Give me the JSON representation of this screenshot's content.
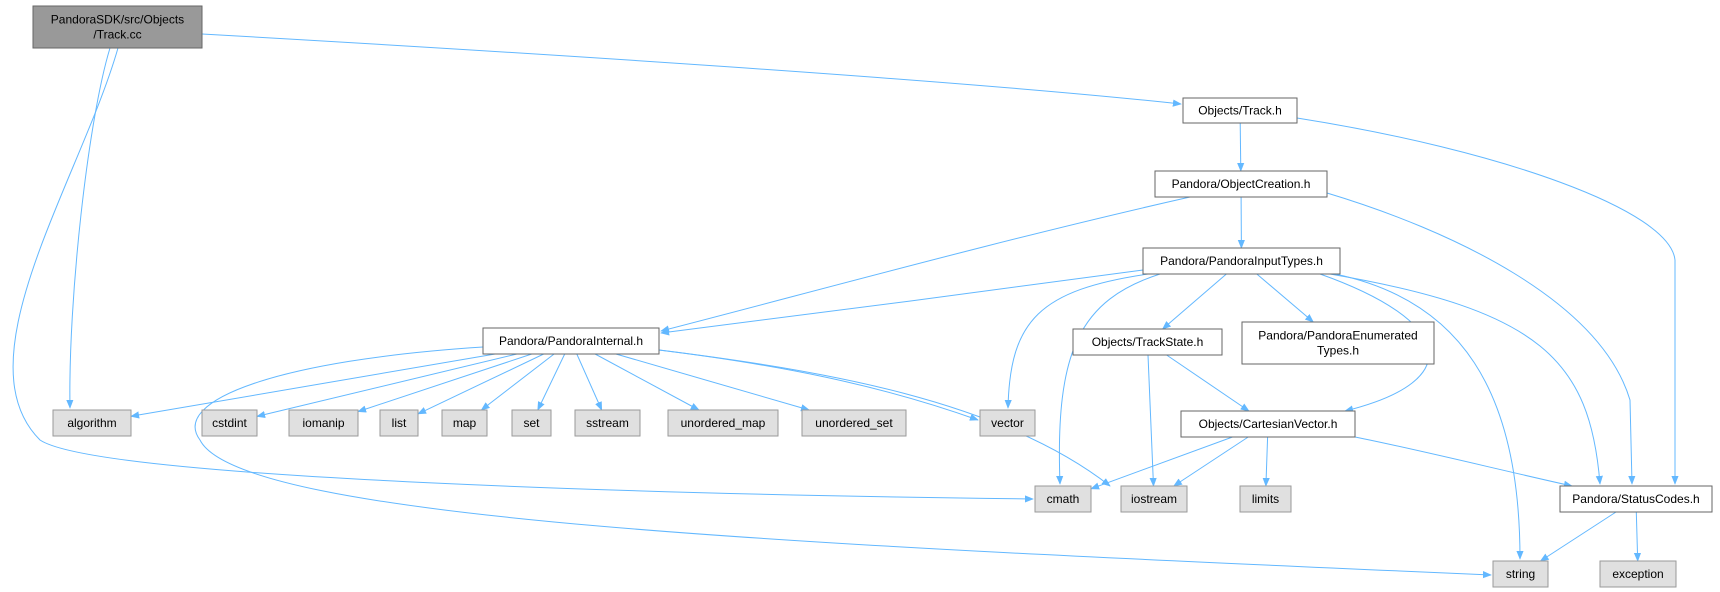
{
  "colors": {
    "edge": "#63b8ff",
    "root_fill": "#999999",
    "root_border": "#666666",
    "project_fill": "#ffffff",
    "project_border": "#666666",
    "system_fill": "#e0e0e0",
    "system_border": "#999999"
  },
  "nodes": {
    "root": {
      "lines": [
        "PandoraSDK/src/Objects",
        "/Track.cc"
      ],
      "kind": "root"
    },
    "track_h": {
      "lines": [
        "Objects/Track.h"
      ],
      "kind": "project"
    },
    "objectcreation_h": {
      "lines": [
        "Pandora/ObjectCreation.h"
      ],
      "kind": "project"
    },
    "pandorainputtypes_h": {
      "lines": [
        "Pandora/PandoraInputTypes.h"
      ],
      "kind": "project"
    },
    "pandorainternal_h": {
      "lines": [
        "Pandora/PandoraInternal.h"
      ],
      "kind": "project"
    },
    "trackstate_h": {
      "lines": [
        "Objects/TrackState.h"
      ],
      "kind": "project"
    },
    "pandoraenumeratedtypes_h": {
      "lines": [
        "Pandora/PandoraEnumerated",
        "Types.h"
      ],
      "kind": "project"
    },
    "cartesianvector_h": {
      "lines": [
        "Objects/CartesianVector.h"
      ],
      "kind": "project"
    },
    "statuscodes_h": {
      "lines": [
        "Pandora/StatusCodes.h"
      ],
      "kind": "project"
    },
    "algorithm": {
      "lines": [
        "algorithm"
      ],
      "kind": "system"
    },
    "cstdint": {
      "lines": [
        "cstdint"
      ],
      "kind": "system"
    },
    "iomanip": {
      "lines": [
        "iomanip"
      ],
      "kind": "system"
    },
    "list": {
      "lines": [
        "list"
      ],
      "kind": "system"
    },
    "map": {
      "lines": [
        "map"
      ],
      "kind": "system"
    },
    "set": {
      "lines": [
        "set"
      ],
      "kind": "system"
    },
    "sstream": {
      "lines": [
        "sstream"
      ],
      "kind": "system"
    },
    "unordered_map": {
      "lines": [
        "unordered_map"
      ],
      "kind": "system"
    },
    "unordered_set": {
      "lines": [
        "unordered_set"
      ],
      "kind": "system"
    },
    "vector": {
      "lines": [
        "vector"
      ],
      "kind": "system"
    },
    "cmath": {
      "lines": [
        "cmath"
      ],
      "kind": "system"
    },
    "iostream": {
      "lines": [
        "iostream"
      ],
      "kind": "system"
    },
    "limits": {
      "lines": [
        "limits"
      ],
      "kind": "system"
    },
    "string": {
      "lines": [
        "string"
      ],
      "kind": "system"
    },
    "exception": {
      "lines": [
        "exception"
      ],
      "kind": "system"
    }
  },
  "edges": [
    [
      "root",
      "track_h"
    ],
    [
      "root",
      "algorithm"
    ],
    [
      "root",
      "cmath"
    ],
    [
      "track_h",
      "objectcreation_h"
    ],
    [
      "track_h",
      "statuscodes_h"
    ],
    [
      "objectcreation_h",
      "pandorainputtypes_h"
    ],
    [
      "objectcreation_h",
      "pandorainternal_h"
    ],
    [
      "objectcreation_h",
      "statuscodes_h"
    ],
    [
      "pandorainputtypes_h",
      "pandorainternal_h"
    ],
    [
      "pandorainputtypes_h",
      "trackstate_h"
    ],
    [
      "pandorainputtypes_h",
      "pandoraenumeratedtypes_h"
    ],
    [
      "pandorainputtypes_h",
      "cartesianvector_h"
    ],
    [
      "pandorainputtypes_h",
      "statuscodes_h"
    ],
    [
      "pandorainputtypes_h",
      "vector"
    ],
    [
      "pandorainputtypes_h",
      "cmath"
    ],
    [
      "pandorainputtypes_h",
      "string"
    ],
    [
      "pandorainternal_h",
      "algorithm"
    ],
    [
      "pandorainternal_h",
      "cstdint"
    ],
    [
      "pandorainternal_h",
      "iomanip"
    ],
    [
      "pandorainternal_h",
      "list"
    ],
    [
      "pandorainternal_h",
      "map"
    ],
    [
      "pandorainternal_h",
      "set"
    ],
    [
      "pandorainternal_h",
      "sstream"
    ],
    [
      "pandorainternal_h",
      "unordered_map"
    ],
    [
      "pandorainternal_h",
      "unordered_set"
    ],
    [
      "pandorainternal_h",
      "vector"
    ],
    [
      "pandorainternal_h",
      "iostream"
    ],
    [
      "pandorainternal_h",
      "string"
    ],
    [
      "trackstate_h",
      "cartesianvector_h"
    ],
    [
      "trackstate_h",
      "iostream"
    ],
    [
      "cartesianvector_h",
      "cmath"
    ],
    [
      "cartesianvector_h",
      "iostream"
    ],
    [
      "cartesianvector_h",
      "limits"
    ],
    [
      "cartesianvector_h",
      "statuscodes_h"
    ],
    [
      "statuscodes_h",
      "string"
    ],
    [
      "statuscodes_h",
      "exception"
    ]
  ]
}
